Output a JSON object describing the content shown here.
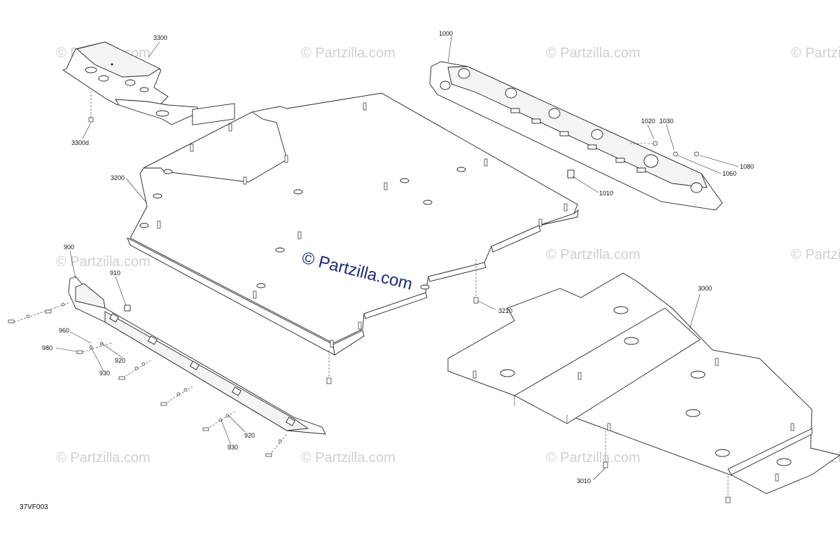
{
  "diagram_code": "37VF003",
  "watermark": {
    "main": "© Partzilla.com",
    "faint": "© Partzilla.com"
  },
  "callouts": {
    "c3300": "3300",
    "c3300d": "3300d",
    "c3200": "3200",
    "c1000": "1000",
    "c1020": "1020",
    "c1030": "1030",
    "c1080": "1080",
    "c1060": "1060",
    "c1010": "1010",
    "c900": "900",
    "c910": "910",
    "c960": "960",
    "c980": "980",
    "c920a": "920",
    "c930a": "930",
    "c920b": "920",
    "c930b": "930",
    "c3210": "3210",
    "c3000": "3000",
    "c3010": "3010"
  }
}
